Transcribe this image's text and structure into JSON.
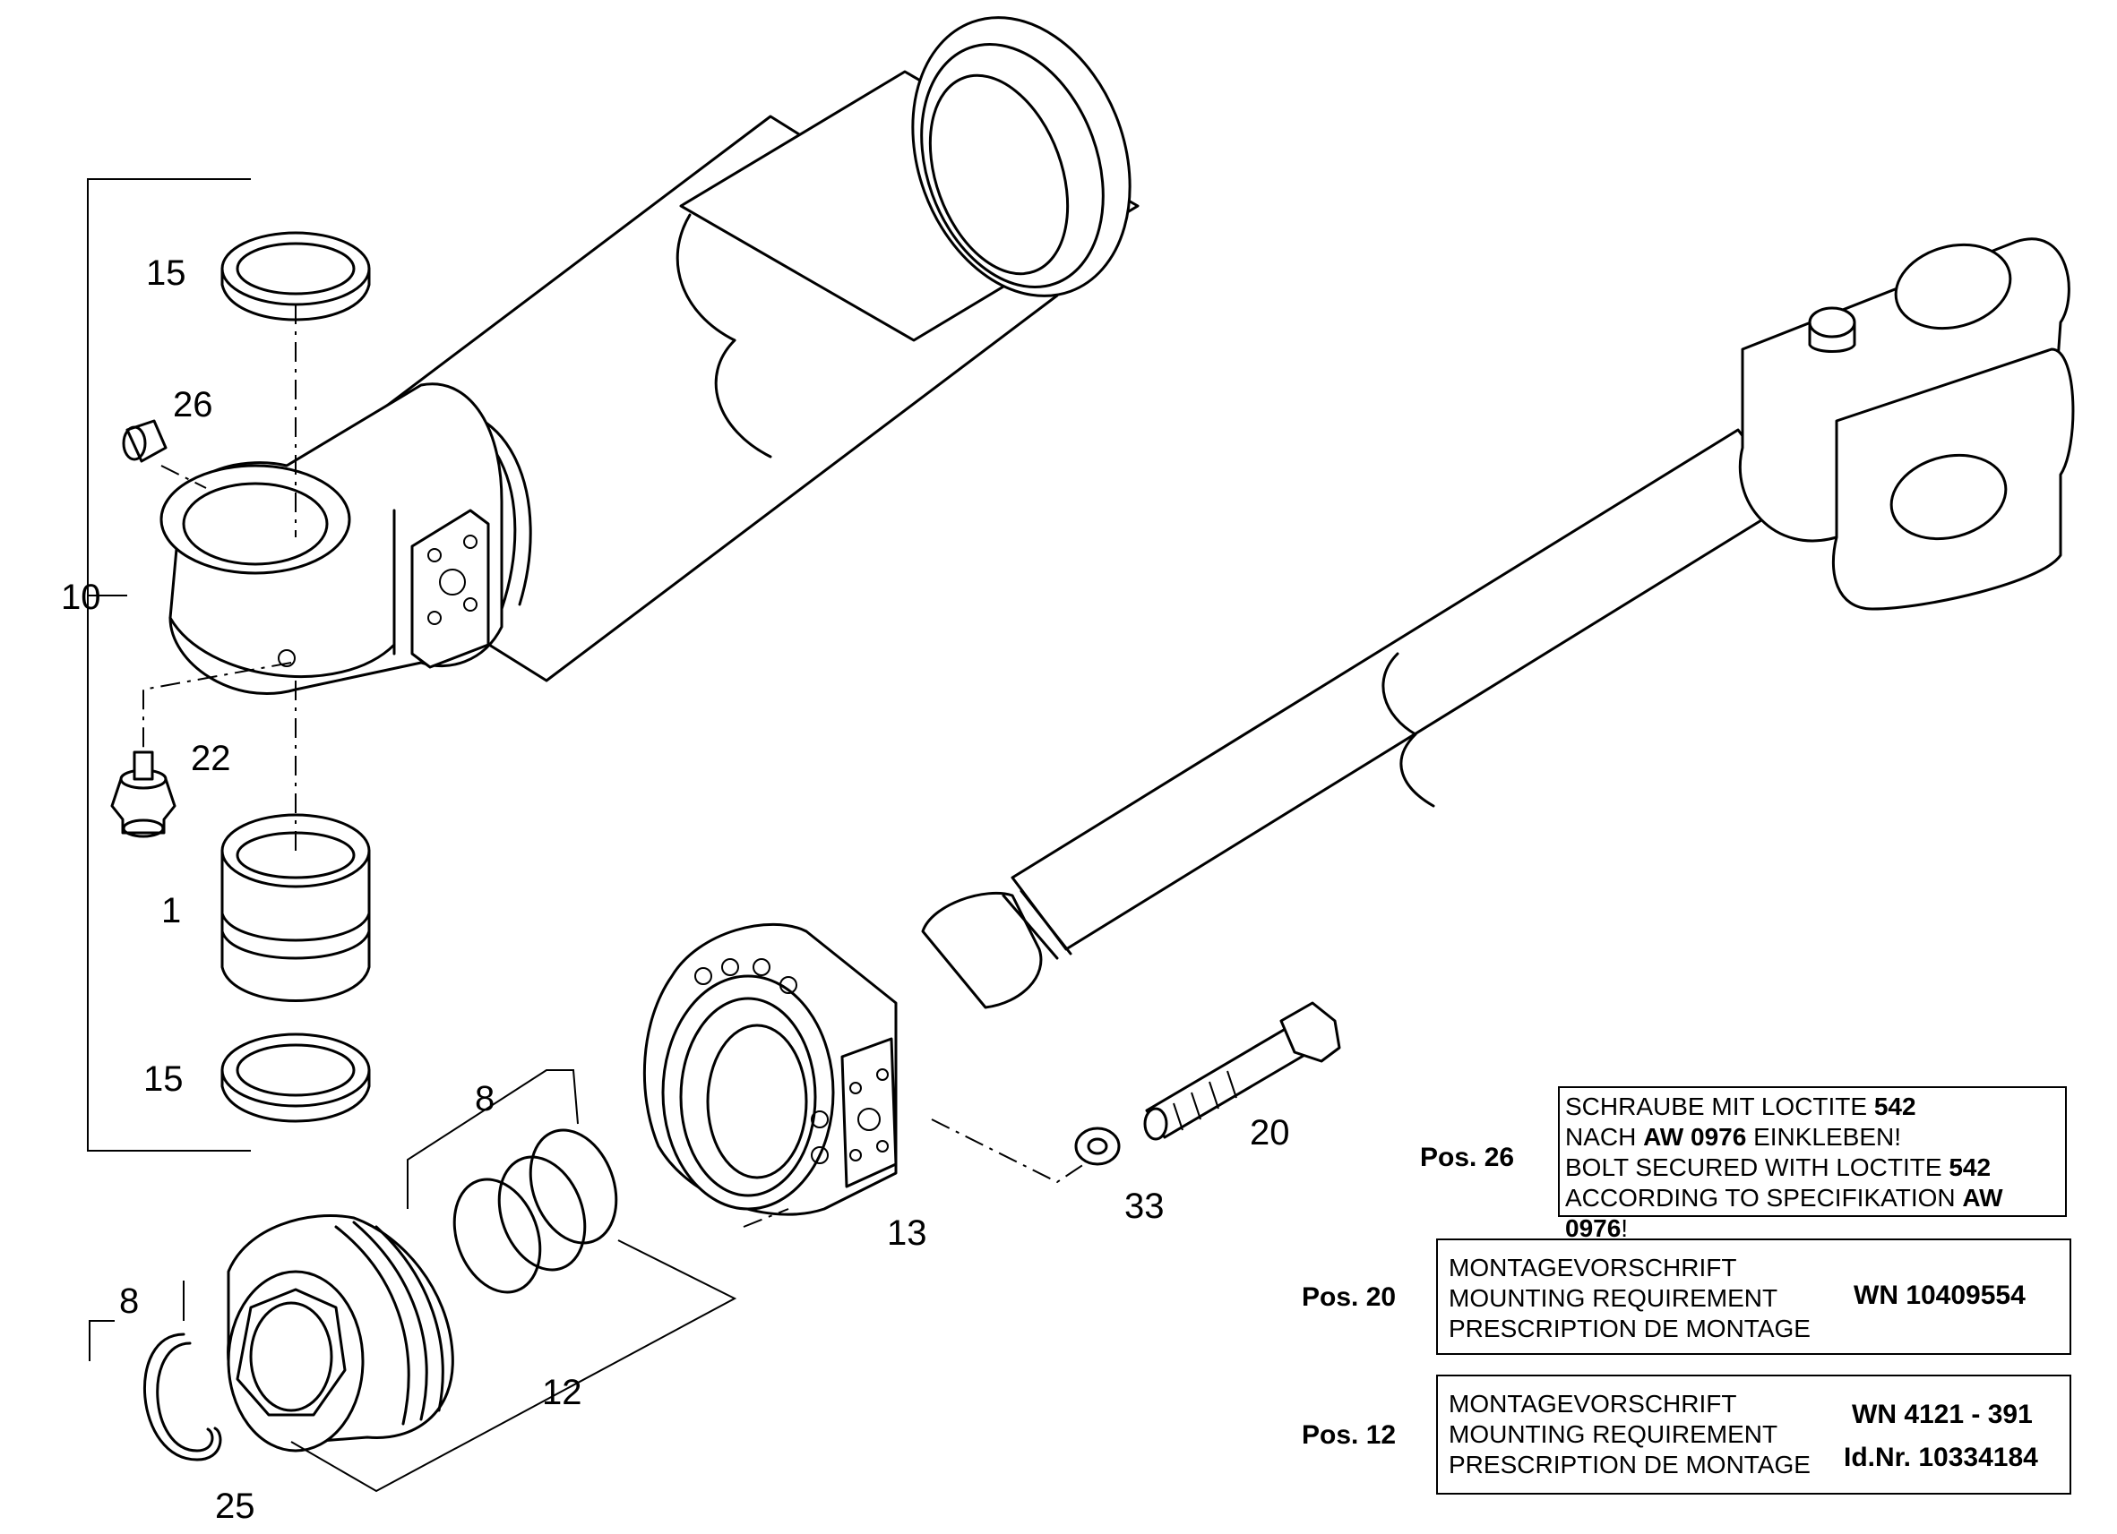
{
  "callouts": {
    "c15a": "15",
    "c26": "26",
    "c10": "10",
    "c22": "22",
    "c1": "1",
    "c15b": "15",
    "c8a": "8",
    "c8b": "8",
    "c12": "12",
    "c25": "25",
    "c13": "13",
    "c20": "20",
    "c33": "33"
  },
  "notes": {
    "pos26": {
      "label": "Pos. 26",
      "l1a": "SCHRAUBE MIT LOCTITE ",
      "l1b": "542",
      "l2a": "NACH ",
      "l2b": "AW 0976",
      "l2c": " EINKLEBEN!",
      "l3a": "BOLT SECURED WITH LOCTITE ",
      "l3b": "542",
      "l4a": "ACCORDING TO SPECIFIKATION ",
      "l4b": "AW 0976",
      "l4c": "!"
    },
    "pos20": {
      "label": "Pos. 20",
      "l1": "MONTAGEVORSCHRIFT",
      "l2": "MOUNTING REQUIREMENT",
      "l3": "PRESCRIPTION DE MONTAGE",
      "code": "WN  10409554"
    },
    "pos12": {
      "label": "Pos. 12",
      "l1": "MONTAGEVORSCHRIFT",
      "l2": "MOUNTING REQUIREMENT",
      "l3": "PRESCRIPTION DE MONTAGE",
      "code1": "WN 4121 - 391",
      "code2": "Id.Nr. 10334184"
    }
  }
}
